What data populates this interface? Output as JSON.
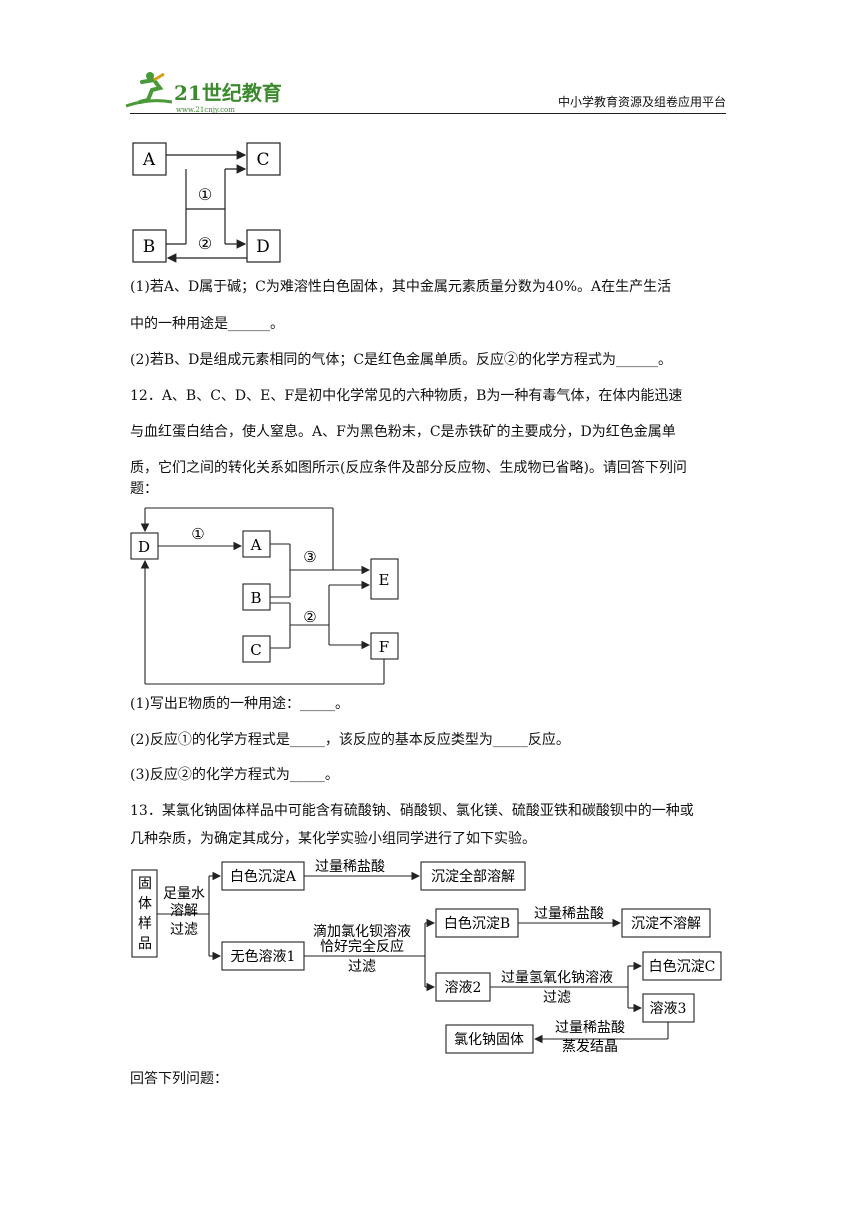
{
  "header": {
    "logo_text": "21世纪教育",
    "logo_url_text": "www.21cnjy.com",
    "platform": "中小学教育资源及组卷应用平台"
  },
  "diagram1": {
    "boxes": {
      "a": "A",
      "b": "B",
      "c": "C",
      "d": "D"
    },
    "marks": {
      "m1": "①",
      "m2": "②"
    }
  },
  "q11": {
    "l1": "(1)若A、D属于碱；C为难溶性白色固体，其中金属元素质量分数为40%。A在生产生活",
    "l2": "中的一种用途是______。",
    "l3": "(2)若B、D是组成元素相同的气体；C是红色金属单质。反应②的化学方程式为______。"
  },
  "q12": {
    "l1": "12．A、B、C、D、E、F是初中化学常见的六种物质，B为一种有毒气体，在体内能迅速",
    "l2": "与血红蛋白结合，使人窒息。A、F为黑色粉末，C是赤铁矿的主要成分，D为红色金属单",
    "l3": "质，它们之间的转化关系如图所示(反应条件及部分反应物、生成物已省略)。请回答下列问",
    "l4": "题：",
    "q1": "(1)写出E物质的一种用途：_____。",
    "q2": "(2)反应①的化学方程式是_____，该反应的基本反应类型为_____反应。",
    "q3": "(3)反应②的化学方程式为_____。"
  },
  "diagram2": {
    "boxes": {
      "d": "D",
      "a": "A",
      "b": "B",
      "c": "C",
      "e": "E",
      "f": "F"
    },
    "marks": {
      "m1": "①",
      "m2": "②",
      "m3": "③"
    }
  },
  "q13": {
    "l1": "13．某氯化钠固体样品中可能含有硫酸钠、硝酸钡、氯化镁、硫酸亚铁和碳酸钡中的一种或",
    "l2": "几种杂质，为确定其成分，某化学实验小组同学进行了如下实验。",
    "answer_prompt": "回答下列问题："
  },
  "diagram3": {
    "sample": [
      "固",
      "体",
      "样",
      "品"
    ],
    "step1": [
      "足量水",
      "溶解",
      "过滤"
    ],
    "white_a": "白色沉淀A",
    "hcl_1": "过量稀盐酸",
    "dissolve_all": "沉淀全部溶解",
    "colorless_1": "无色溶液1",
    "bacl2_1": "滴加氯化钡溶液",
    "bacl2_2": "恰好完全反应",
    "filter_1": "过滤",
    "white_b": "白色沉淀B",
    "hcl_2": "过量稀盐酸",
    "no_dissolve": "沉淀不溶解",
    "solution_2": "溶液2",
    "naoh": "过量氢氧化钠溶液",
    "filter_2": "过滤",
    "white_c": "白色沉淀C",
    "solution_3": "溶液3",
    "hcl_3": "过量稀盐酸",
    "evaporate": "蒸发结晶",
    "nacl": "氯化钠固体"
  }
}
